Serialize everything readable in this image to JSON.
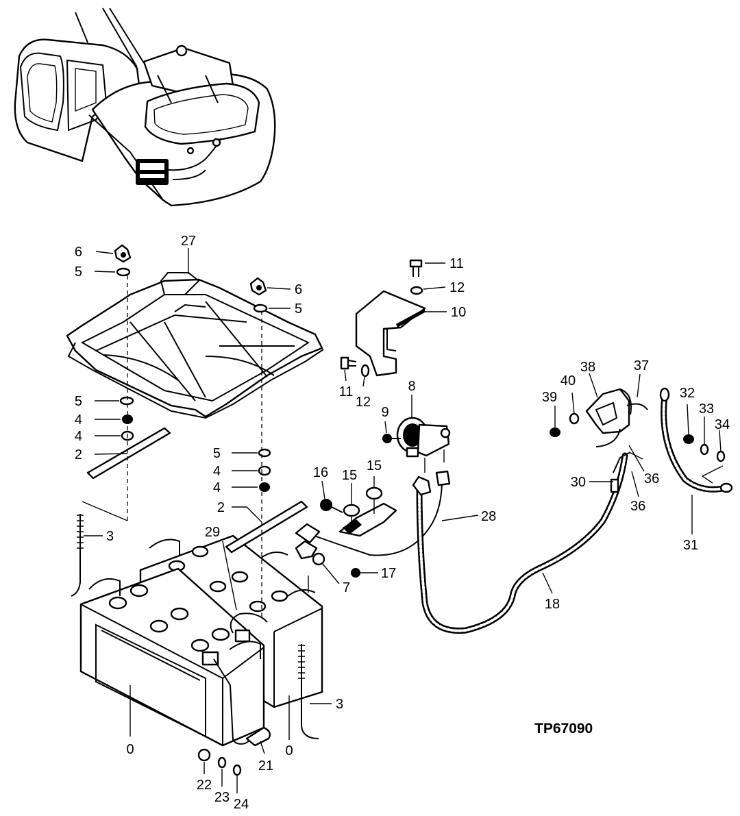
{
  "figure": {
    "reference": "TP67090"
  },
  "callouts": [
    {
      "id": "c6a",
      "text": "6"
    },
    {
      "id": "c5a",
      "text": "5"
    },
    {
      "id": "c27",
      "text": "27"
    },
    {
      "id": "c6b",
      "text": "6"
    },
    {
      "id": "c5b",
      "text": "5"
    },
    {
      "id": "c5c",
      "text": "5"
    },
    {
      "id": "c4a",
      "text": "4"
    },
    {
      "id": "c4b",
      "text": "4"
    },
    {
      "id": "c2a",
      "text": "2"
    },
    {
      "id": "c5d",
      "text": "5"
    },
    {
      "id": "c4c",
      "text": "4"
    },
    {
      "id": "c4d",
      "text": "4"
    },
    {
      "id": "c2b",
      "text": "2"
    },
    {
      "id": "c3a",
      "text": "3"
    },
    {
      "id": "c29",
      "text": "29"
    },
    {
      "id": "c11a",
      "text": "11"
    },
    {
      "id": "c12a",
      "text": "12"
    },
    {
      "id": "c10",
      "text": "10"
    },
    {
      "id": "c11b",
      "text": "11"
    },
    {
      "id": "c12b",
      "text": "12"
    },
    {
      "id": "c8",
      "text": "8"
    },
    {
      "id": "c9",
      "text": "9"
    },
    {
      "id": "c16",
      "text": "16"
    },
    {
      "id": "c15a",
      "text": "15"
    },
    {
      "id": "c15b",
      "text": "15"
    },
    {
      "id": "c28",
      "text": "28"
    },
    {
      "id": "c17",
      "text": "17"
    },
    {
      "id": "c7",
      "text": "7"
    },
    {
      "id": "c18",
      "text": "18"
    },
    {
      "id": "c38",
      "text": "38"
    },
    {
      "id": "c37",
      "text": "37"
    },
    {
      "id": "c39",
      "text": "39"
    },
    {
      "id": "c40",
      "text": "40"
    },
    {
      "id": "c32",
      "text": "32"
    },
    {
      "id": "c33",
      "text": "33"
    },
    {
      "id": "c34",
      "text": "34"
    },
    {
      "id": "c30",
      "text": "30"
    },
    {
      "id": "c36a",
      "text": "36"
    },
    {
      "id": "c36b",
      "text": "36"
    },
    {
      "id": "c31",
      "text": "31"
    },
    {
      "id": "c3b",
      "text": "3"
    },
    {
      "id": "c0a",
      "text": "0"
    },
    {
      "id": "c0b",
      "text": "0"
    },
    {
      "id": "c21",
      "text": "21"
    },
    {
      "id": "c22",
      "text": "22"
    },
    {
      "id": "c23",
      "text": "23"
    },
    {
      "id": "c24",
      "text": "24"
    }
  ]
}
